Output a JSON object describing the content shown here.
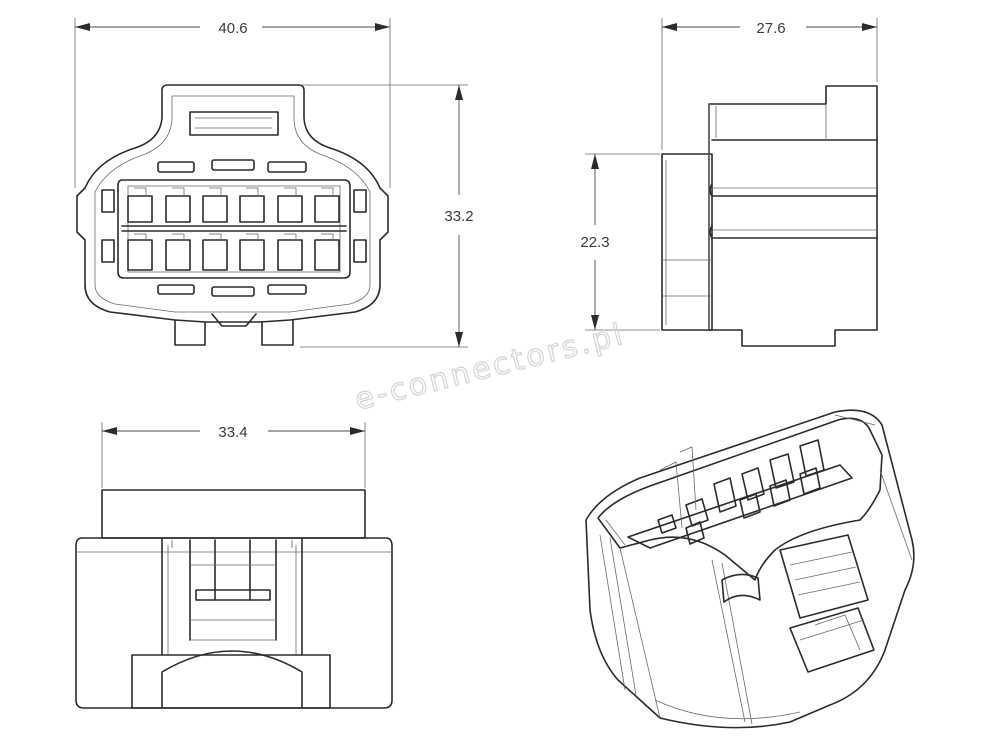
{
  "dimensions": {
    "front_width": "40.6",
    "front_height": "33.2",
    "side_width": "27.6",
    "side_height": "22.3",
    "bottom_width": "33.4"
  },
  "watermark": "e-connectors.pl",
  "colors": {
    "line": "#2b2b2b",
    "thin": "#6a6a6a",
    "watermark": "#d4d4d4"
  }
}
